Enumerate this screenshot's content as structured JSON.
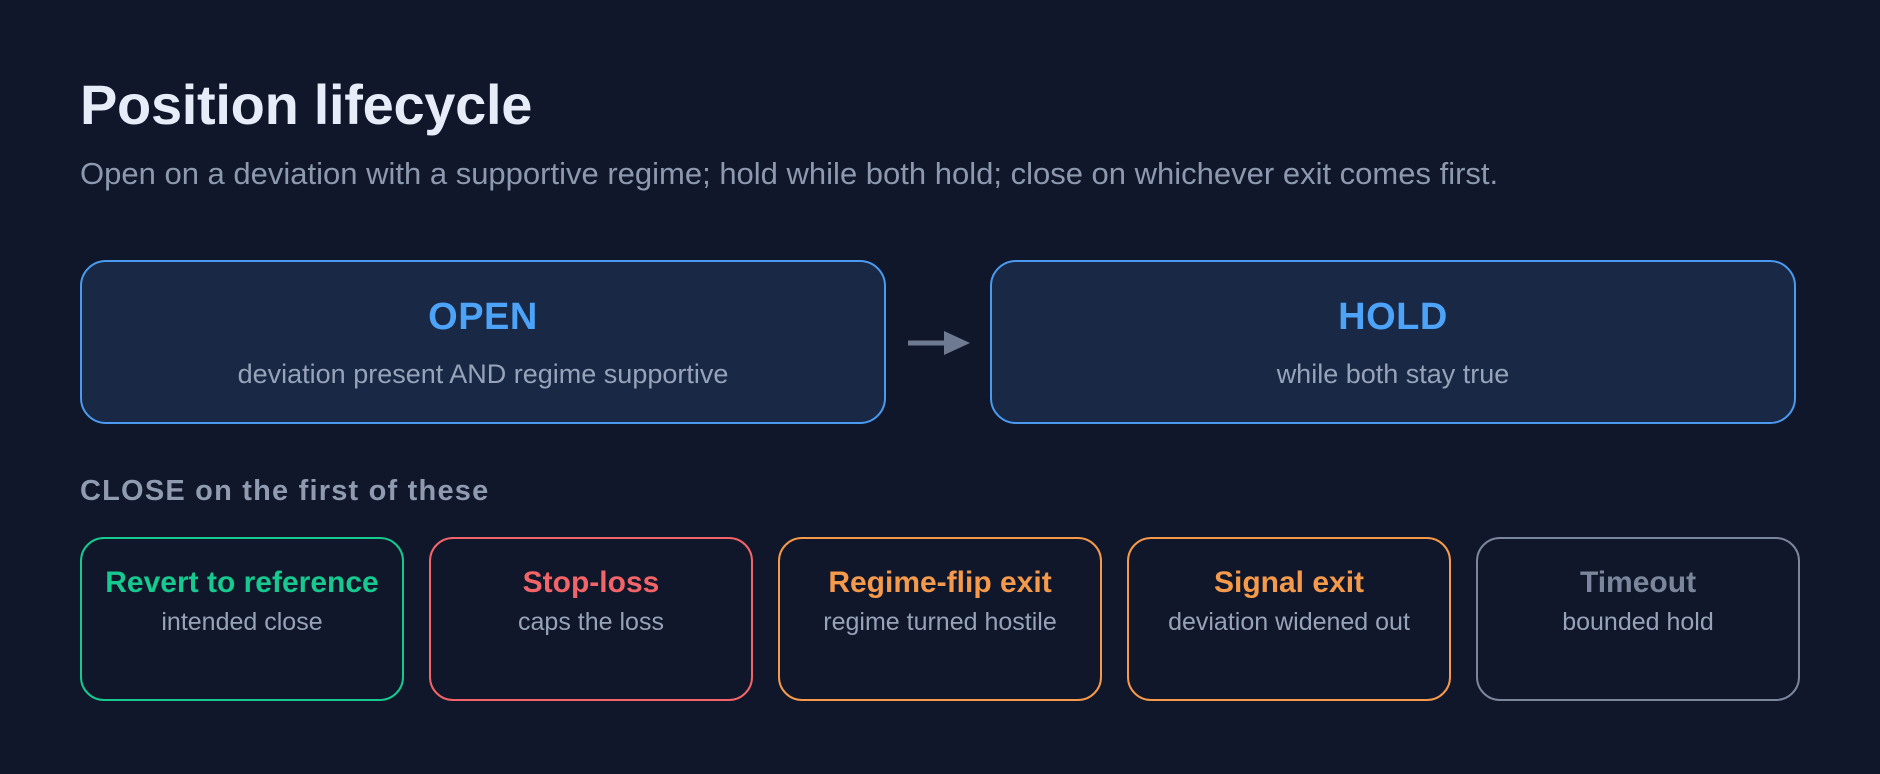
{
  "header": {
    "title": "Position lifecycle",
    "subtitle": "Open on a deviation with a supportive regime; hold while both hold; close on whichever exit comes first."
  },
  "stages": [
    {
      "name": "OPEN",
      "description": "deviation present AND regime supportive"
    },
    {
      "name": "HOLD",
      "description": "while both stay true"
    }
  ],
  "close_section": {
    "label": "CLOSE on the first of these",
    "exits": [
      {
        "name": "Revert to reference",
        "description": "intended close",
        "color": "#16c98f"
      },
      {
        "name": "Stop-loss",
        "description": "caps the loss",
        "color": "#f26468"
      },
      {
        "name": "Regime-flip exit",
        "description": "regime turned hostile",
        "color": "#f5994a"
      },
      {
        "name": "Signal exit",
        "description": "deviation widened out",
        "color": "#f5994a"
      },
      {
        "name": "Timeout",
        "description": "bounded hold",
        "color": "#7a869c"
      }
    ]
  },
  "colors": {
    "background": "#11172a",
    "stage_border": "#4a9bf0",
    "stage_fill": "#182845",
    "stage_title": "#4da3f7",
    "arrow": "#6e7a92"
  }
}
